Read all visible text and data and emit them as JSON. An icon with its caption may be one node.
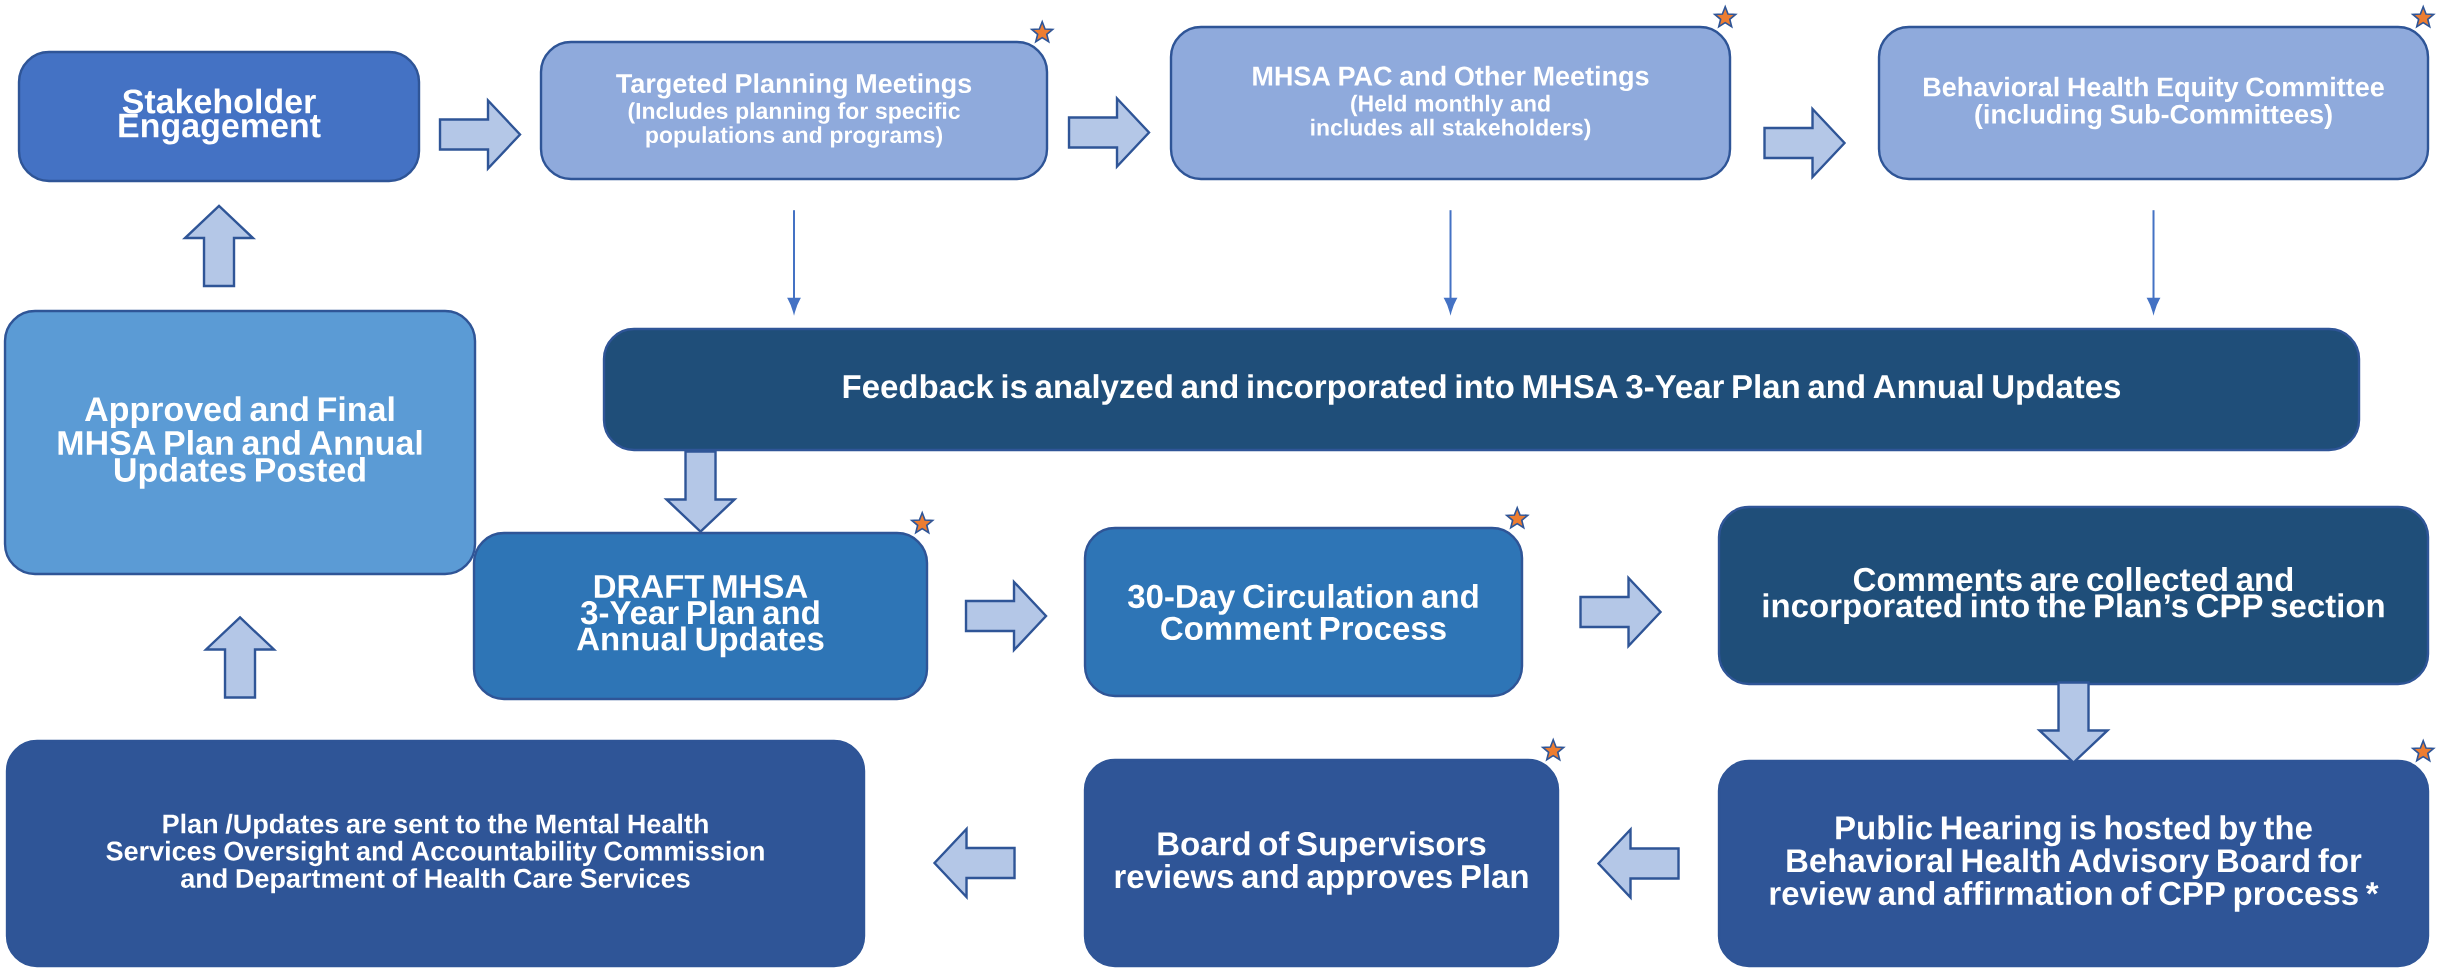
{
  "diagram": {
    "nodes": [
      {
        "text": [
          "Stakeholder Engagement"
        ]
      },
      {
        "text": [
          "Targeted Planning Meetings",
          "(Includes planning for specific populations and programs)"
        ]
      },
      {
        "text": [
          "MHSA PAC and Other Meetings",
          "(Held monthly and includes all stakeholders)"
        ]
      },
      {
        "text": [
          "Behavioral Health Equity Committee (including Sub-Committees)"
        ]
      },
      {
        "text": [
          "Feedback is analyzed and incorporated into MHSA 3-Year Plan and Annual Updates"
        ]
      },
      {
        "text": [
          "Approved and Final MHSA Plan and Annual Updates Posted"
        ]
      },
      {
        "text": [
          "DRAFT MHSA 3-Year Plan and Annual Updates"
        ]
      },
      {
        "text": [
          "30-Day Circulation and Comment Process"
        ]
      },
      {
        "text": [
          "Comments are collected and incorporated into the Plan’s CPP section"
        ]
      },
      {
        "text": [
          "Public Hearing is hosted by the Behavioral Health Advisory Board for review and affirmation of CPP process *"
        ]
      },
      {
        "text": [
          "Board of Supervisors reviews and approves Plan"
        ]
      },
      {
        "text": [
          "Plan /Updates are sent to the Mental Health Services Oversight and Accountability Commission and Department of Health Care Services"
        ]
      }
    ],
    "edges": [
      {
        "from": 0,
        "to": 1,
        "arrow": "to",
        "style": "thick"
      },
      {
        "from": 1,
        "to": 2,
        "arrow": "to",
        "style": "thick"
      },
      {
        "from": 2,
        "to": 3,
        "arrow": "to",
        "style": "thick"
      },
      {
        "from": 1,
        "to": 4,
        "arrow": "to",
        "color": "#4472c4"
      },
      {
        "from": 2,
        "to": 4,
        "arrow": "to",
        "color": "#4472c4"
      },
      {
        "from": 3,
        "to": 4,
        "arrow": "to",
        "color": "#4472c4"
      },
      {
        "from": 4,
        "to": 6,
        "arrow": "to",
        "style": "thick"
      },
      {
        "from": 6,
        "to": 7,
        "arrow": "to",
        "style": "thick"
      },
      {
        "from": 7,
        "to": 8,
        "arrow": "to",
        "style": "thick"
      },
      {
        "from": 8,
        "to": 9,
        "arrow": "to",
        "style": "thick"
      },
      {
        "from": 9,
        "to": 10,
        "arrow": "to",
        "style": "thick"
      },
      {
        "from": 10,
        "to": 11,
        "arrow": "to",
        "style": "thick"
      },
      {
        "from": 11,
        "to": 5,
        "arrow": "to",
        "style": "thick"
      },
      {
        "from": 5,
        "to": 0,
        "arrow": "to",
        "style": "thick"
      }
    ]
  }
}
